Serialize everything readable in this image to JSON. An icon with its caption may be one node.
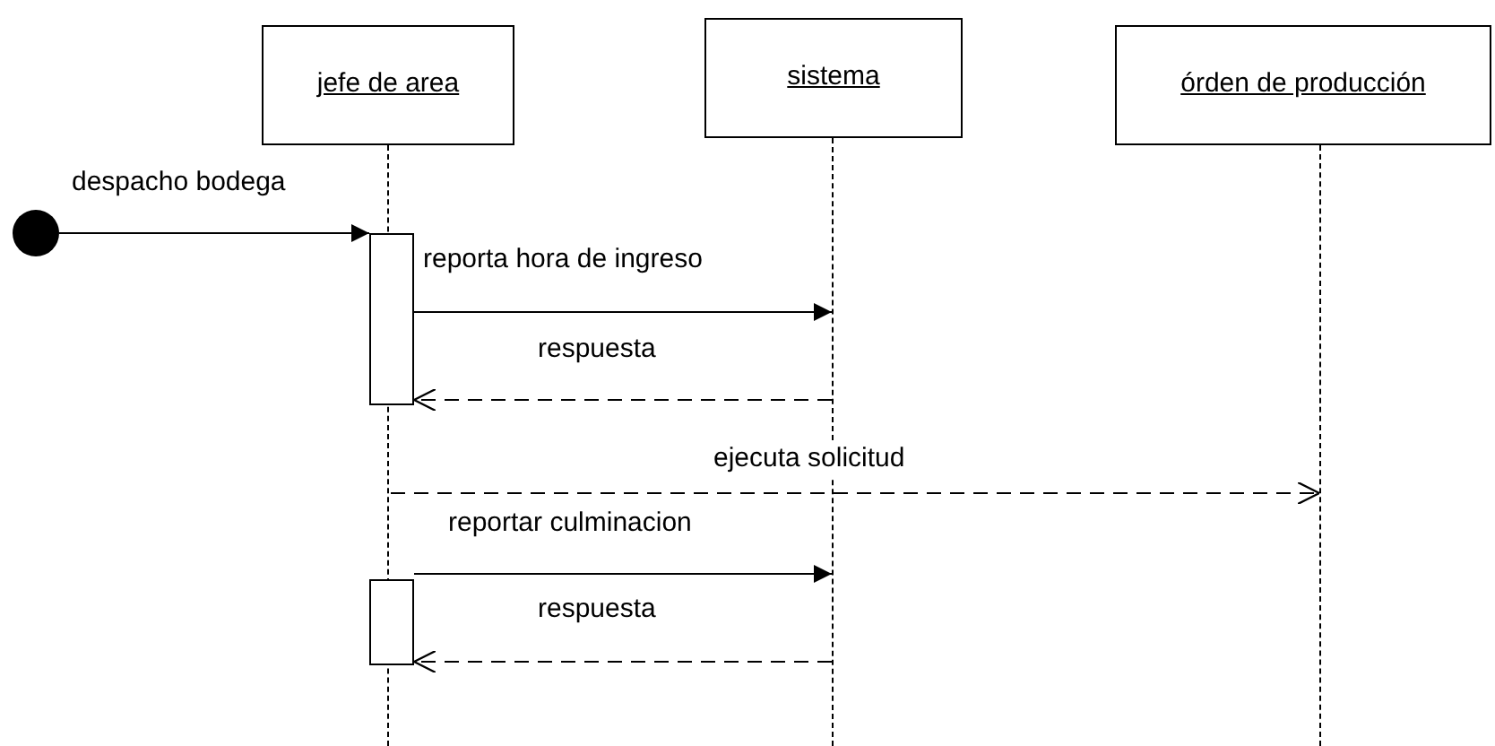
{
  "diagram": {
    "nodes": [
      {
        "text": [
          "jefe de area"
        ]
      },
      {
        "text": [
          "sistema"
        ]
      },
      {
        "text": [
          "órden de producción"
        ]
      },
      {
        "text": [],
        "shape": "lifeline"
      },
      {
        "text": [],
        "shape": "lifeline"
      },
      {
        "text": [],
        "shape": "lifeline"
      },
      {
        "text": [],
        "shape": "circle"
      },
      {
        "text": [],
        "shape": "bar"
      },
      {
        "text": [],
        "shape": "bar"
      }
    ],
    "edges": [
      {
        "from": 6,
        "to": 7,
        "arrow": "to",
        "label": "despacho bodega"
      },
      {
        "from": 7,
        "to": 4,
        "arrow": "to",
        "label": "reporta hora de ingreso"
      },
      {
        "from": 4,
        "to": 7,
        "arrow": "to",
        "label": "respuesta",
        "style": "dashed"
      },
      {
        "from": 3,
        "to": 5,
        "arrow": "to",
        "label": "ejecuta solicitud",
        "style": "dashed"
      },
      {
        "from": 8,
        "to": 4,
        "arrow": "to",
        "label": "reportar culminacion"
      },
      {
        "from": 4,
        "to": 8,
        "arrow": "to",
        "label": "respuesta",
        "style": "dashed"
      }
    ]
  }
}
